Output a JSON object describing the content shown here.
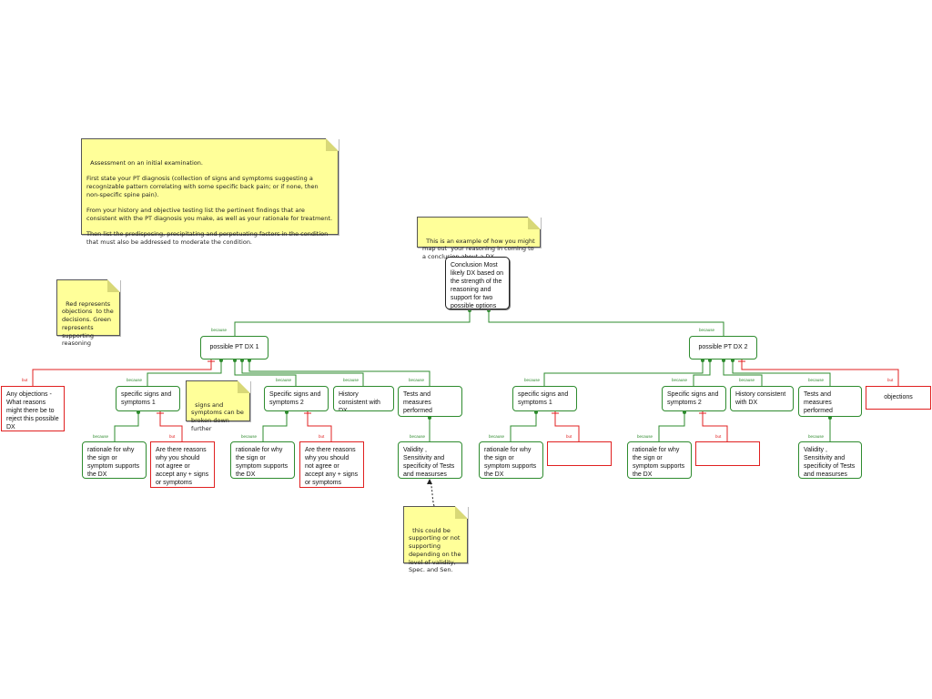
{
  "notes": {
    "assessment": "Assessment on an initial examination.\n\nFirst state your PT diagnosis (collection of signs and symptoms suggesting a recognizable pattern correlating with some specific back pain; or if none, then non-specific spine pain).\n\nFrom your history and objective testing list the pertinent findings that are consistent with the PT diagnosis you make, as well as your rationale for treatment.\n\nThen list the predisposing, precipitating and perpetuating factors in the condition that must also be addressed to moderate the condition.",
    "example": "This is an example of how you might map out  your reasoning in coming to a conclusion about a DX",
    "legend": "Red represents objections  to the decisions. Green represents supporting reasoning",
    "signs_breakdown": "signs and symptoms can be broken down further",
    "validity": "this could be supporting or not supporting depending on the level of validity, Spec. and Sen."
  },
  "nodes": {
    "conclusion": "Conclusion Most likely DX based on the strength of the reasoning and support for two possible options",
    "dx1": "possible PT DX 1",
    "dx2": "possible PT DX 2",
    "any_objections": "Any objections - What reasons might there be to reject this possible DX",
    "dx1_signs1": "specific signs and symptoms 1",
    "dx1_signs2": "Specific signs and symptoms 2",
    "dx1_history": "History consistent with DX",
    "dx1_tests": "Tests and measures performed",
    "dx1_rationale1": "rationale for why the sign or symptom supports the DX",
    "dx1_reasons1": "Are there reasons why you should not agree or accept any + signs or symptoms",
    "dx1_rationale2": "rationale for why the sign or symptom supports the DX",
    "dx1_reasons2": "Are there reasons why you should not agree or accept any + signs or symptoms",
    "dx1_validity": "Validity , Sensitivity and specificity of Tests and measurses",
    "dx2_signs1": "specific signs and symptoms 1",
    "dx2_signs2": "Specific signs and symptoms 2",
    "dx2_history": "History consistent with DX",
    "dx2_tests": "Tests and measures performed",
    "dx2_objections": "objections",
    "dx2_rationale1": "rationale for why the sign or symptom supports the DX",
    "dx2_rationale2": "rationale for why the sign or symptom supports the DX",
    "dx2_validity": "Validity , Sensitivity and specificity of Tests and measurses"
  },
  "labels": {
    "because": "because",
    "but": "but"
  },
  "colors": {
    "support": "#2e8b2e",
    "objection": "#e02020",
    "note": "#ffff99"
  }
}
